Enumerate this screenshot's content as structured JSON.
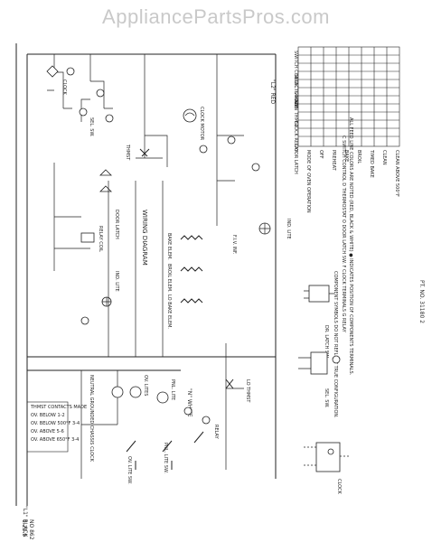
{
  "watermark": "AppliancePartsPros.com",
  "title": "WIRING DIAGRAM",
  "lines": {
    "l1": "\"L1\" BLACK",
    "l2": "\"L2\" RED",
    "n": "\"N\" WHITE"
  },
  "components": {
    "clock_top": "CLOCK",
    "sel_sw": "SEL. SW.",
    "thmst": "THMST",
    "clock_motor": "CLOCK MOTOR",
    "door_latch": "DOOR LATCH",
    "ind_lite": "IND. LITE",
    "relay_coil": "RELAY COIL",
    "fiv_inf": "F.I.V. INF.",
    "neutral_ground": "NEUTRAL GROUNDED CHASSIS CLOCK",
    "ov_lites": "OV. LITES",
    "pnl_lite": "PNL. LITE",
    "ov_lite_sw": "OV. LITE SW.",
    "pnl_lite_sw": "PNL. LITE SW.",
    "relay": "RELAY",
    "bake_elem": "BAKE ELEM.",
    "broil_elem": "BROIL ELEM.",
    "lo_bake_elem": "LO BAKE ELEM.",
    "lo_thmst": "LO THMST",
    "ind_lite_right": "IND. LITE",
    "dr_latch_sw": "DR. LATCH SW.",
    "clock_bottom": "CLOCK",
    "sel_sw_bottom": "SEL. SW."
  },
  "thmst_table": {
    "headers": [
      "THMST",
      "CONTACTS MADE"
    ],
    "rows": [
      [
        "OV. BELOW",
        "1-2"
      ],
      [
        "OV. BELOW 500°F",
        "3-4"
      ],
      [
        "OV. ABOVE",
        "5-6"
      ],
      [
        "OV. ABOVE 650°F",
        "3-4"
      ]
    ]
  },
  "switch_table": {
    "headers": [
      "SWITCH CONTACTS MADE",
      "SELECTOR SW.",
      "OVEN THMST",
      "CLOCK RELAY",
      "DOOR LATCH"
    ],
    "rows": [
      "MODE OF OVEN OPERATION",
      "OFF",
      "PREHEAT",
      "BAKE",
      "BROIL",
      "TIMED BAKE",
      "CLEAN",
      "CLEAN ABOVE 500°F"
    ]
  },
  "notes": {
    "feed": "ALL FEED LINE COLORS ARE NOTED (RED, BLACK & WHITE) ● INDICATES POSITION OF COMPONENTS TERMINALS.",
    "component": "COMPONENT SYMBOLS DO NOT REFLECT TRUE CONFIGURATION.",
    "key": "C SWITCH CONTROL  D THERMOSTAT  O DOOR LATCH SW.  F CLOCK TERMINALS  G RELAY"
  },
  "footer": {
    "part_no": "PT. NO. 31180 2",
    "code1": "1.22.9",
    "code2": "NO 862"
  }
}
